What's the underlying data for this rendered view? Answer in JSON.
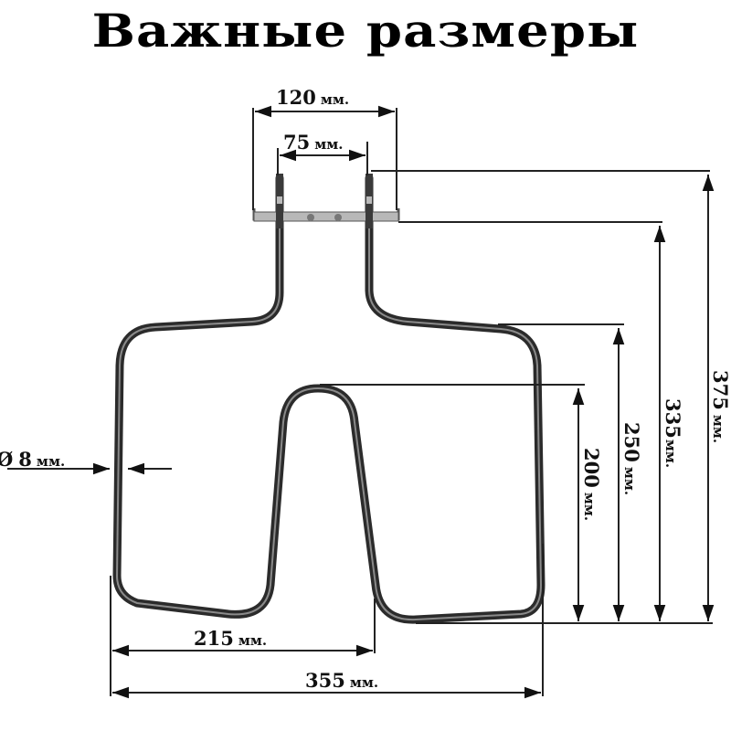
{
  "title": "Важные размеры",
  "colors": {
    "element": "#2b2b2b",
    "element_highlight": "#8a8a8a",
    "dimension_line": "#222222",
    "background": "#ffffff"
  },
  "dimensions": {
    "mount_width": {
      "value": "120",
      "unit": "мм."
    },
    "terminal_spacing": {
      "value": "75",
      "unit": "мм."
    },
    "tube_diameter": {
      "value": "8",
      "unit": "мм.",
      "prefix": "Ø"
    },
    "inner_width": {
      "value": "215",
      "unit": "мм."
    },
    "overall_width": {
      "value": "355",
      "unit": "мм."
    },
    "inner_loop_height": {
      "value": "200",
      "unit": "мм."
    },
    "shoulder_height": {
      "value": "250",
      "unit": "мм."
    },
    "bracket_height": {
      "value": "335",
      "unit": "мм."
    },
    "overall_height": {
      "value": "375",
      "unit": "мм."
    }
  }
}
